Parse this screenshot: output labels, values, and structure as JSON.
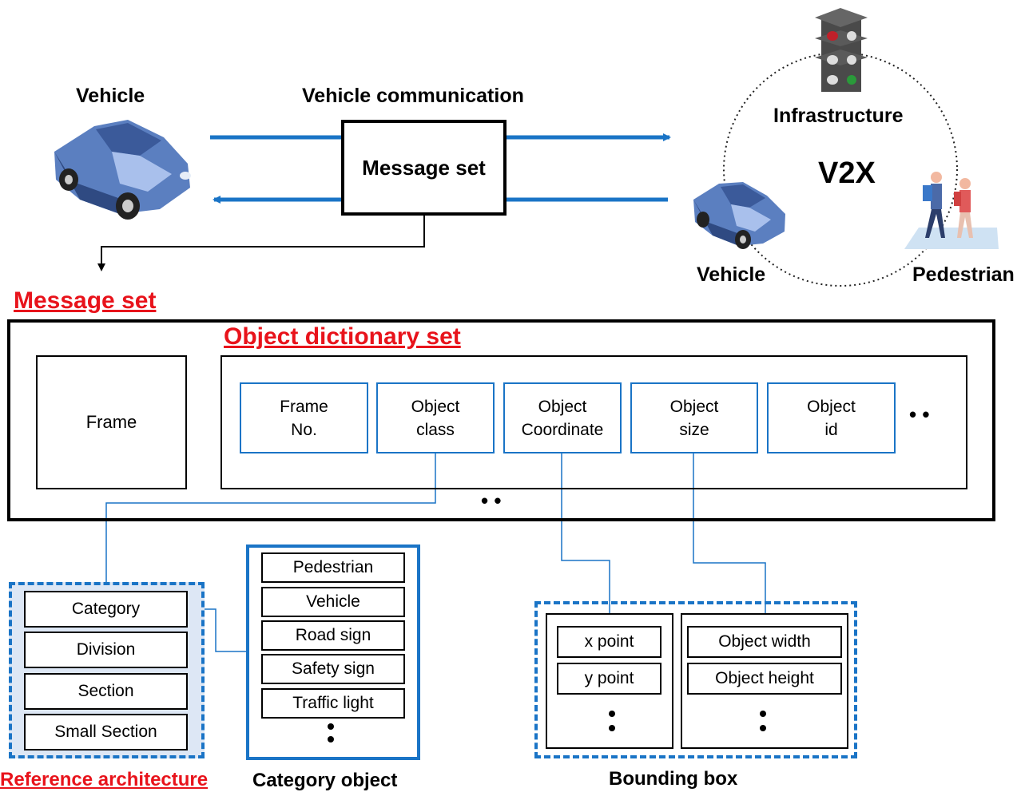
{
  "top": {
    "vehicle_left_label": "Vehicle",
    "communication_label": "Vehicle communication",
    "message_box_label": "Message set",
    "v2x_label": "V2X",
    "infrastructure_label": "Infrastructure",
    "vehicle_right_label": "Vehicle",
    "pedestrian_label": "Pedestrian"
  },
  "message_set": {
    "title": "Message set",
    "frame_label": "Frame",
    "dictionary_title": "Object dictionary set",
    "fields": [
      "Frame\nNo.",
      "Object\nclass",
      "Object\nCoordinate",
      "Object\nsize",
      "Object\nid"
    ],
    "more_fields": "• •",
    "more_rows": "• •"
  },
  "reference_architecture": {
    "title": "Reference architecture",
    "items": [
      "Category",
      "Division",
      "Section",
      "Small Section"
    ]
  },
  "category_object": {
    "title": "Category object",
    "items": [
      "Pedestrian",
      "Vehicle",
      "Road sign",
      "Safety sign",
      "Traffic light"
    ]
  },
  "bounding_box": {
    "title": "Bounding box",
    "point_items": [
      "x point",
      "y point"
    ],
    "size_items": [
      "Object width",
      "Object height"
    ]
  },
  "colors": {
    "arrow_blue": "#1a74c6",
    "title_red": "#e8131b",
    "ref_fill": "#dde7f5",
    "car_blue": "#5b7fc0"
  }
}
